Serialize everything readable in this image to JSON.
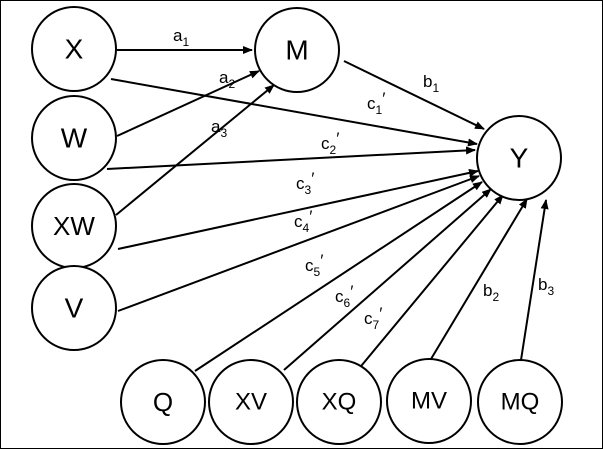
{
  "nodes": {
    "X": {
      "label": "X"
    },
    "W": {
      "label": "W"
    },
    "XW": {
      "label": "XW"
    },
    "V": {
      "label": "V"
    },
    "M": {
      "label": "M"
    },
    "Y": {
      "label": "Y"
    },
    "Q": {
      "label": "Q"
    },
    "XV": {
      "label": "XV"
    },
    "XQ": {
      "label": "XQ"
    },
    "MV": {
      "label": "MV"
    },
    "MQ": {
      "label": "MQ"
    }
  },
  "edges": [
    {
      "id": "a1",
      "from": "X",
      "to": "M",
      "label_base": "a",
      "label_sub": "1",
      "prime": ""
    },
    {
      "id": "a2",
      "from": "W",
      "to": "M",
      "label_base": "a",
      "label_sub": "2",
      "prime": ""
    },
    {
      "id": "a3",
      "from": "XW",
      "to": "M",
      "label_base": "a",
      "label_sub": "3",
      "prime": ""
    },
    {
      "id": "b1",
      "from": "M",
      "to": "Y",
      "label_base": "b",
      "label_sub": "1",
      "prime": ""
    },
    {
      "id": "c1",
      "from": "X",
      "to": "Y",
      "label_base": "c",
      "label_sub": "1",
      "prime": "′"
    },
    {
      "id": "c2",
      "from": "W",
      "to": "Y",
      "label_base": "c",
      "label_sub": "2",
      "prime": "′"
    },
    {
      "id": "c3",
      "from": "XW",
      "to": "Y",
      "label_base": "c",
      "label_sub": "3",
      "prime": "′"
    },
    {
      "id": "c4",
      "from": "V",
      "to": "Y",
      "label_base": "c",
      "label_sub": "4",
      "prime": "′"
    },
    {
      "id": "c5",
      "from": "Q",
      "to": "Y",
      "label_base": "c",
      "label_sub": "5",
      "prime": "′"
    },
    {
      "id": "c6",
      "from": "XV",
      "to": "Y",
      "label_base": "c",
      "label_sub": "6",
      "prime": "′"
    },
    {
      "id": "c7",
      "from": "XQ",
      "to": "Y",
      "label_base": "c",
      "label_sub": "7",
      "prime": "′"
    },
    {
      "id": "b2",
      "from": "MV",
      "to": "Y",
      "label_base": "b",
      "label_sub": "2",
      "prime": ""
    },
    {
      "id": "b3",
      "from": "MQ",
      "to": "Y",
      "label_base": "b",
      "label_sub": "3",
      "prime": ""
    }
  ]
}
